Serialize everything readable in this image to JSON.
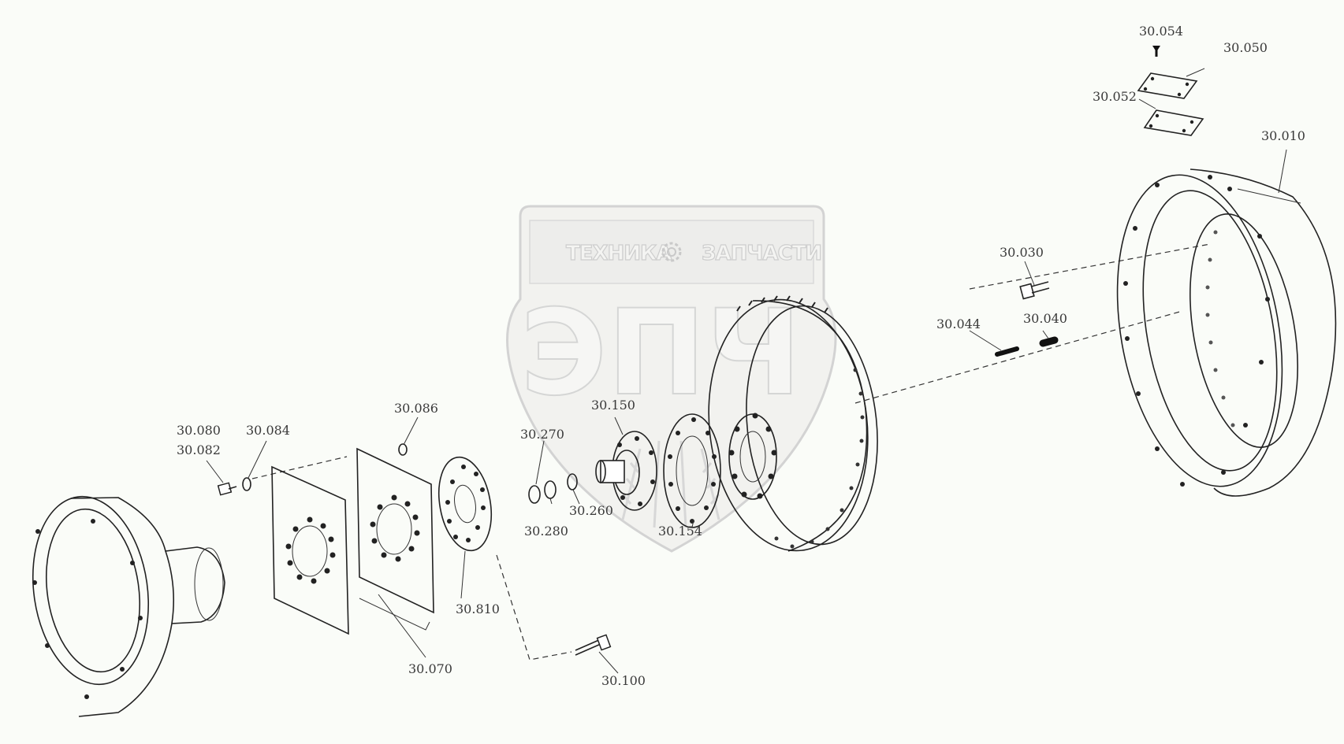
{
  "watermark": {
    "brand_left": "ТЕХНИКА",
    "brand_right": "ЗАПЧАСТИ",
    "logo_letters": "ЭПЧ"
  },
  "labels": {
    "p30054": "30.054",
    "p30050": "30.050",
    "p30052": "30.052",
    "p30010": "30.010",
    "p30030": "30.030",
    "p30044": "30.044",
    "p30040": "30.040",
    "p30080": "30.080",
    "p30082": "30.082",
    "p30084": "30.084",
    "p30086": "30.086",
    "p30150": "30.150",
    "p30270": "30.270",
    "p30260": "30.260",
    "p30280": "30.280",
    "p30154": "30.154",
    "p30810": "30.810",
    "p30070": "30.070",
    "p30100": "30.100"
  }
}
